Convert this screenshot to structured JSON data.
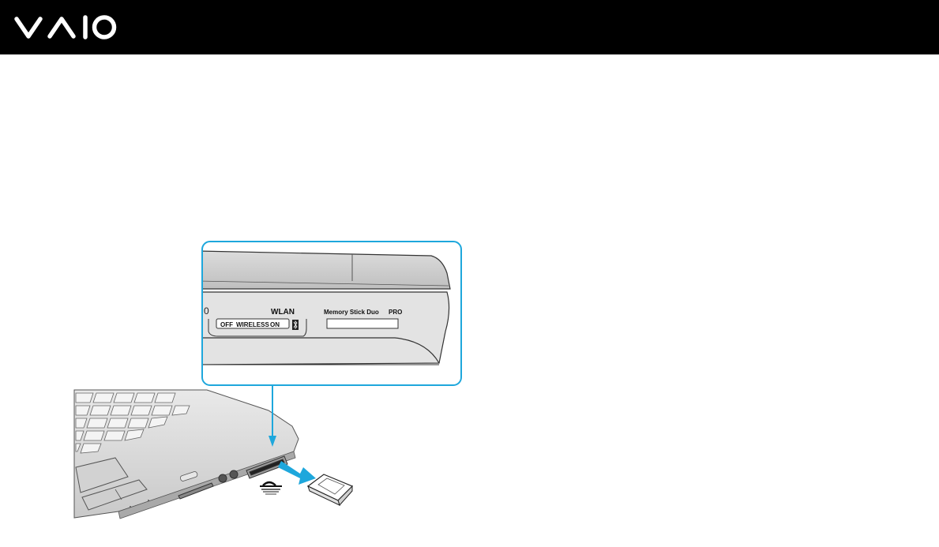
{
  "brand": {
    "logo_text": "VAIO",
    "logo_icon": "vaio-logo"
  },
  "colors": {
    "header": "#000000",
    "accent": "#1ea7dc",
    "laptop_gray": "#bdbdbd"
  },
  "callout": {
    "wlan_label": "WLAN",
    "switch_off": "OFF",
    "switch_wireless": "WIRELESS",
    "switch_on": "ON",
    "slot_label_memory": "Memory Stick Duo",
    "slot_label_pro": "PRO",
    "bluetooth_icon": "bluetooth-icon"
  },
  "icons": {
    "insert_arrow": "arrow-right-icon",
    "memory_stick_logo": "memory-stick-logo-icon",
    "memory_card": "memory-stick-card-icon"
  }
}
